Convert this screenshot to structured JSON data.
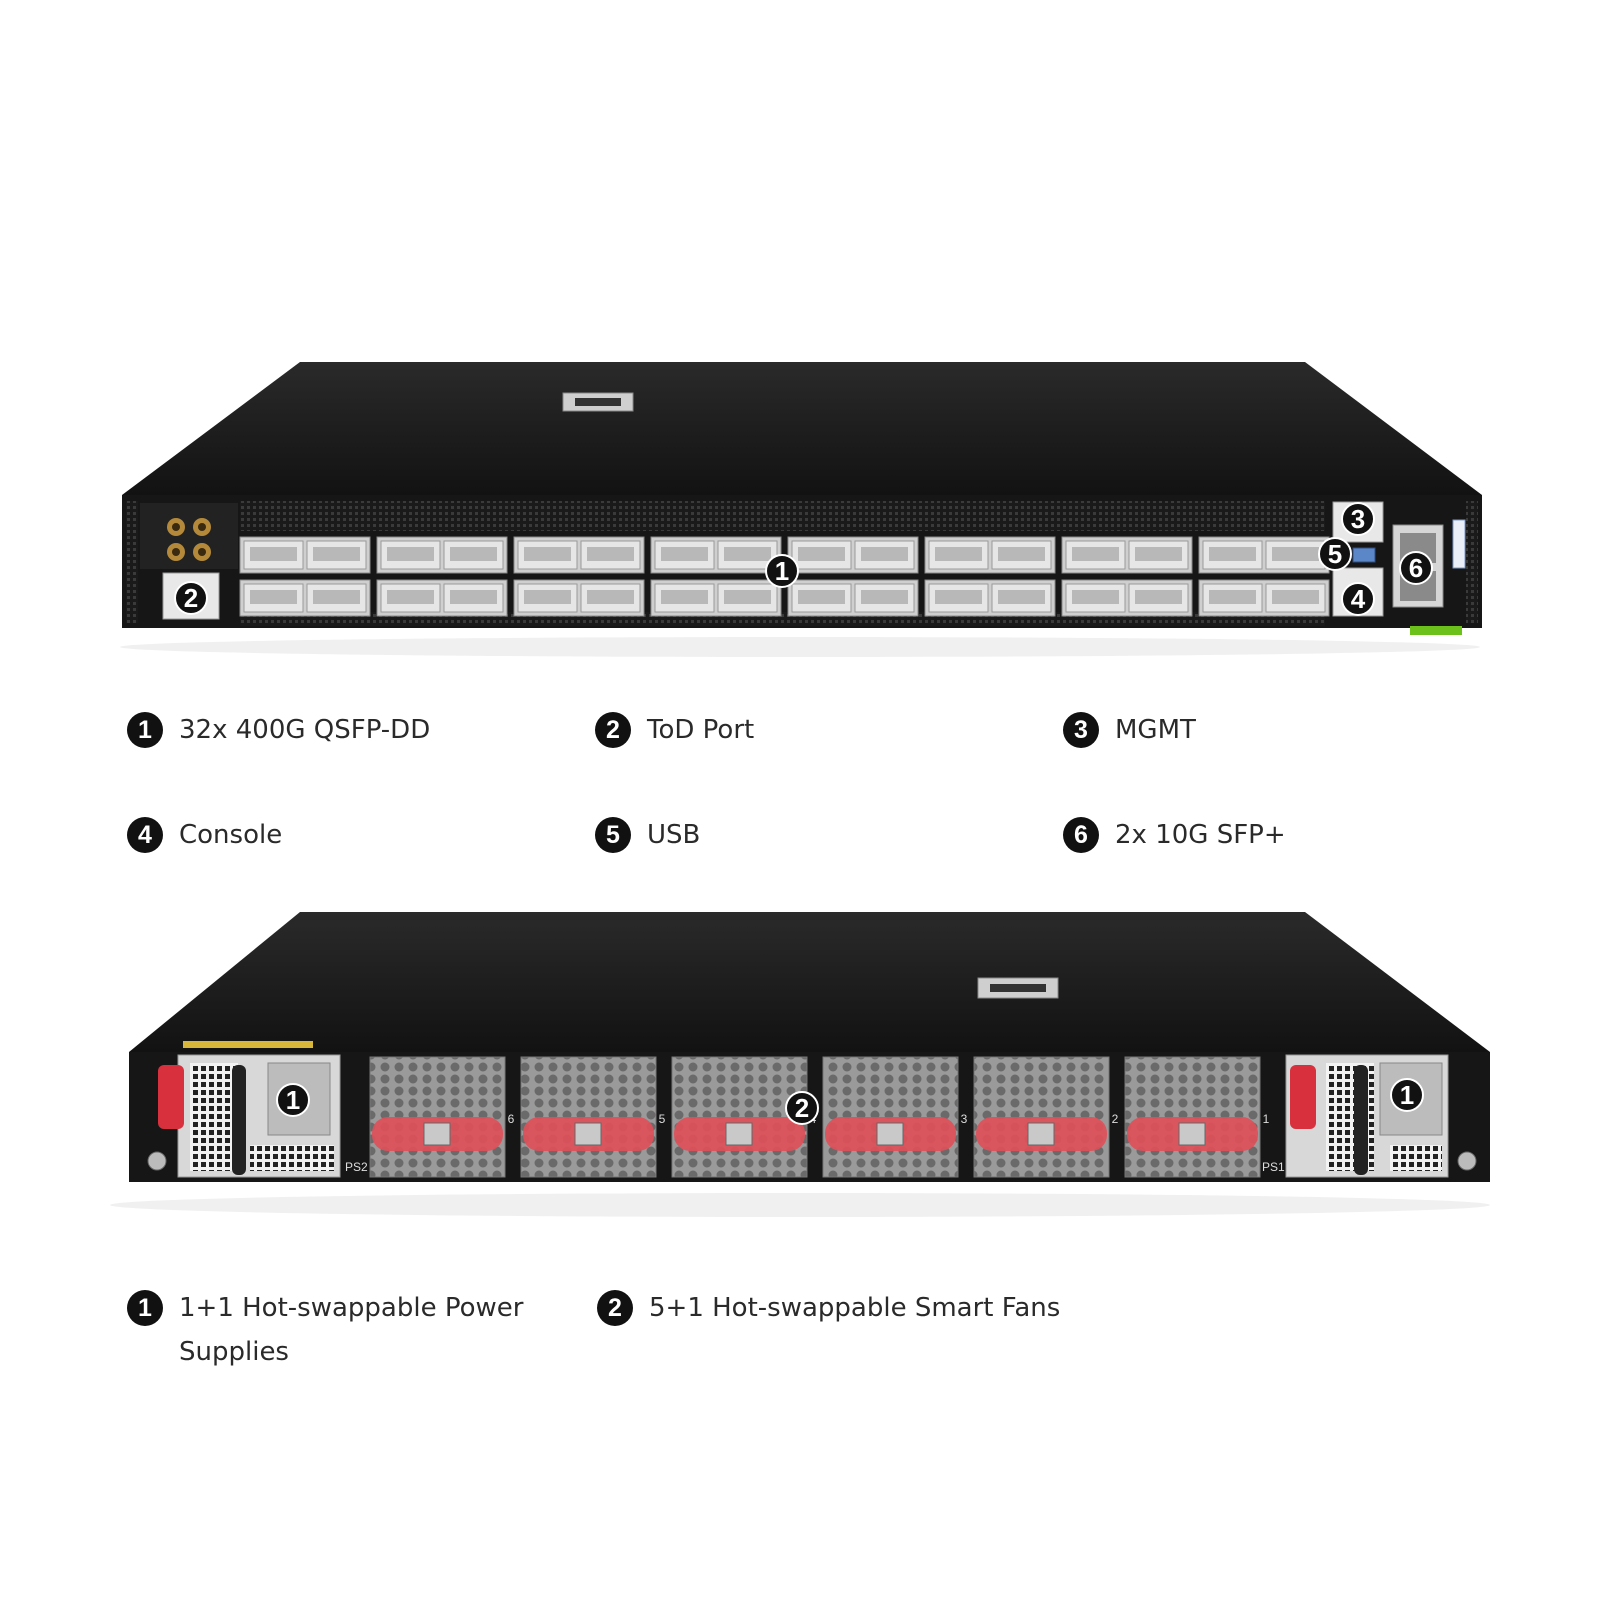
{
  "colors": {
    "chassis": "#1b1b1b",
    "port_frame": "#c9c9c9",
    "fan_handle": "#e0505a",
    "psu_handle": "#d8303c",
    "accent_green": "#6cc21a",
    "callout": "#111111"
  },
  "front_view": {
    "callouts": [
      {
        "num": "1"
      },
      {
        "num": "2"
      },
      {
        "num": "3"
      },
      {
        "num": "4"
      },
      {
        "num": "5"
      },
      {
        "num": "6"
      }
    ],
    "legend": [
      {
        "num": "1",
        "label": "32x 400G QSFP-DD"
      },
      {
        "num": "2",
        "label": "ToD Port"
      },
      {
        "num": "3",
        "label": "MGMT"
      },
      {
        "num": "4",
        "label": "Console"
      },
      {
        "num": "5",
        "label": "USB"
      },
      {
        "num": "6",
        "label": "2x 10G SFP+"
      }
    ]
  },
  "rear_view": {
    "callouts": [
      {
        "num": "1"
      },
      {
        "num": "2"
      },
      {
        "num": "1"
      }
    ],
    "slot_labels": {
      "ps_left": "PS2",
      "ps_right": "PS1"
    },
    "fan_numbers": [
      "6",
      "5",
      "4",
      "3",
      "2",
      "1"
    ],
    "legend": [
      {
        "num": "1",
        "label": "1+1 Hot-swappable Power Supplies"
      },
      {
        "num": "2",
        "label": "5+1 Hot-swappable Smart Fans"
      }
    ]
  }
}
